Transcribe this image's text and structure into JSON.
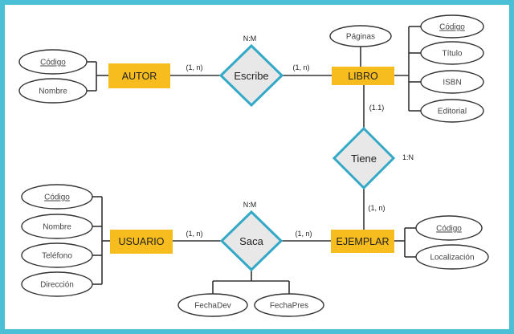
{
  "entities": {
    "autor": "AUTOR",
    "libro": "LIBRO",
    "usuario": "USUARIO",
    "ejemplar": "EJEMPLAR"
  },
  "relations": {
    "escribe": "Escribe",
    "tiene": "Tiene",
    "saca": "Saca"
  },
  "attributes": {
    "autor_codigo": "Código",
    "autor_nombre": "Nombre",
    "libro_paginas": "Páginas",
    "libro_codigo": "Código",
    "libro_titulo": "Título",
    "libro_isbn": "ISBN",
    "libro_editorial": "Editorial",
    "usuario_codigo": "Código",
    "usuario_nombre": "Nombre",
    "usuario_telefono": "Teléfono",
    "usuario_direccion": "Dirección",
    "ejemplar_codigo": "Código",
    "ejemplar_localizacion": "Localización",
    "saca_fechadev": "FechaDev",
    "saca_fechapres": "FechaPres"
  },
  "cardinalities": {
    "escribe_type": "N:M",
    "escribe_autor": "(1, n)",
    "escribe_libro": "(1, n)",
    "tiene_type": "1:N",
    "tiene_libro": "(1.1)",
    "tiene_ejemplar": "(1, n)",
    "saca_type": "N:M",
    "saca_usuario": "(1, n)",
    "saca_ejemplar": "(1, n)"
  }
}
